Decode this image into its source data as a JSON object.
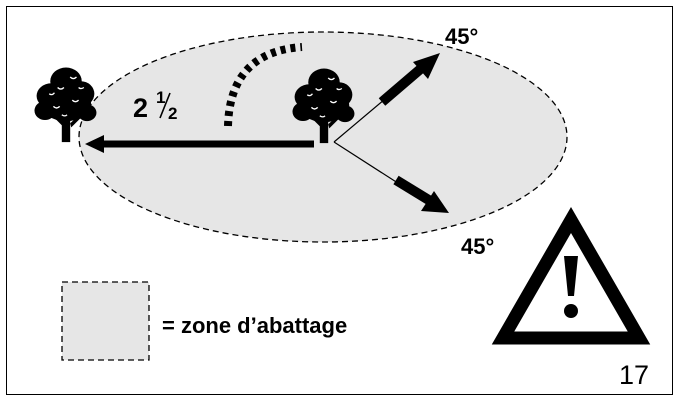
{
  "diagram": {
    "distance_whole": "2",
    "distance_numerator": "1",
    "distance_denominator": "2",
    "angle_upper": "45°",
    "angle_lower": "45°",
    "legend_label": "= zone d’abattage",
    "figure_number": "17",
    "colors": {
      "zone_fill": "#e6e6e6",
      "ink": "#000000"
    }
  }
}
